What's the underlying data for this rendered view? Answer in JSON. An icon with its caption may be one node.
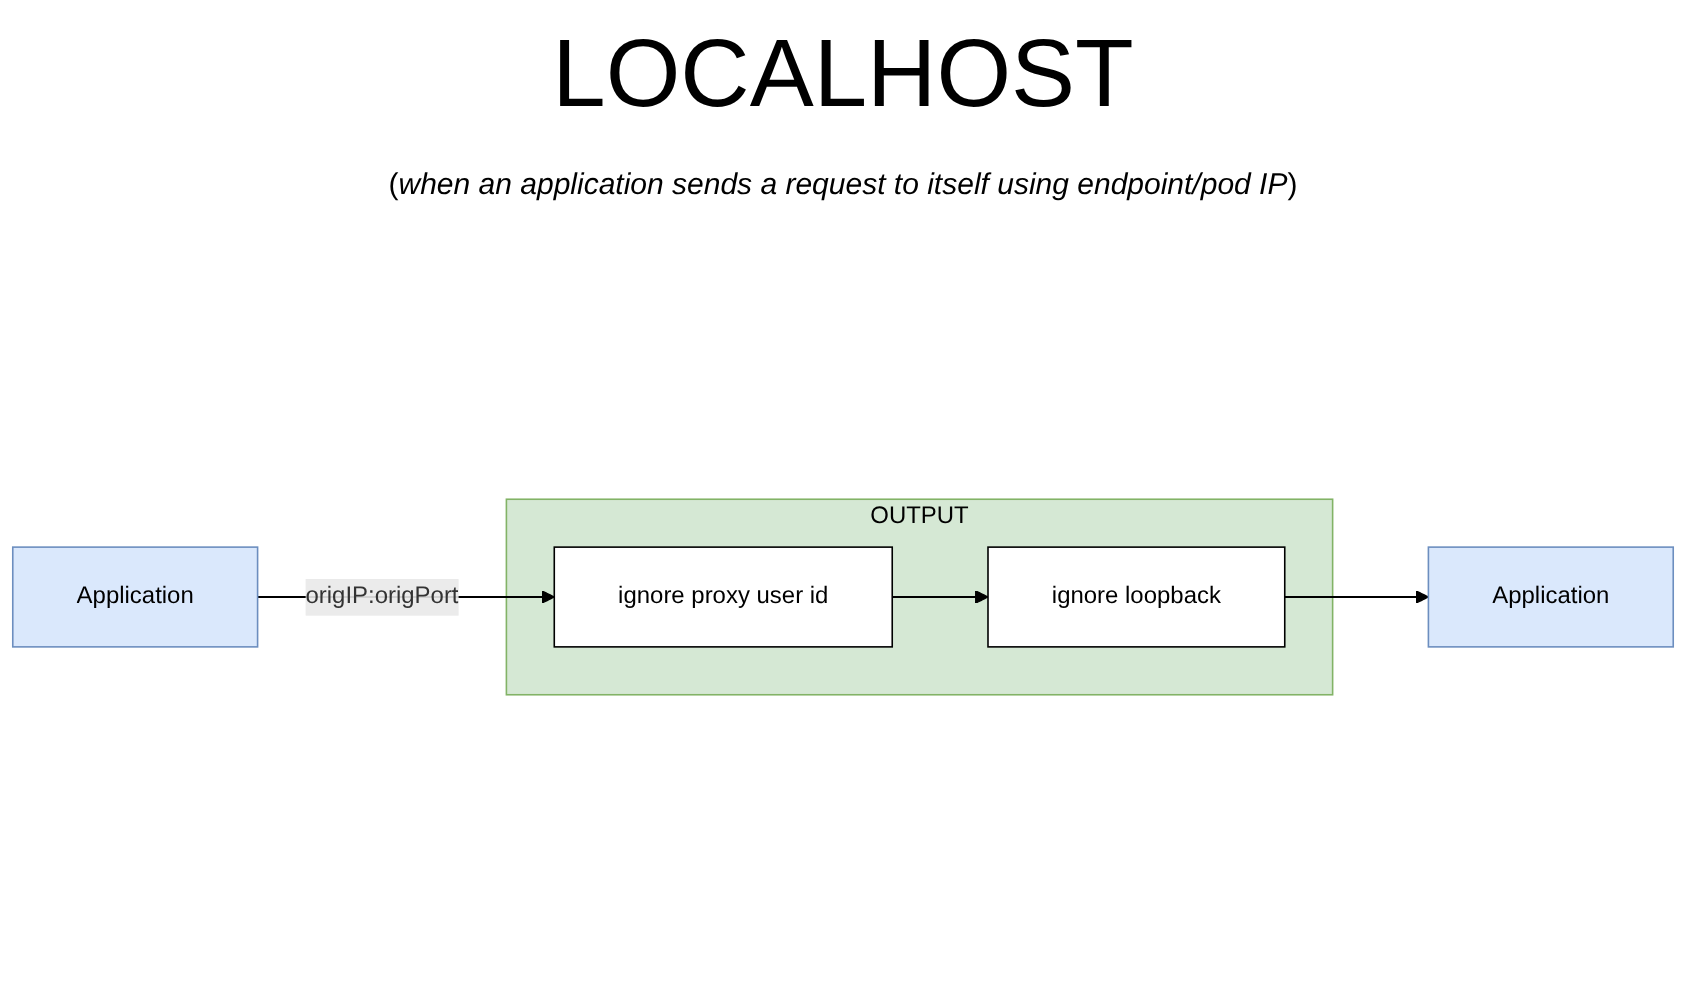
{
  "diagram": {
    "title": "LOCALHOST",
    "nodes": [
      {
        "text": [
          "OUTPUT"
        ]
      },
      {
        "text": [
          "ignore loopback"
        ],
        "in": 0
      },
      {
        "text": [
          "ignore proxy user id"
        ],
        "in": 0
      },
      {
        "text": [
          "Application"
        ]
      },
      {
        "text": [
          "Application"
        ]
      }
    ],
    "edges": [
      {
        "from": 3,
        "to": 2,
        "arrow": "to",
        "label": "origIP:origPort"
      },
      {
        "from": 2,
        "to": 1,
        "arrow": "to"
      },
      {
        "from": 1,
        "to": 4,
        "arrow": "to"
      }
    ],
    "labels": [
      "(*when an application sends a request to itself using endpoint/pod IP*)"
    ]
  }
}
